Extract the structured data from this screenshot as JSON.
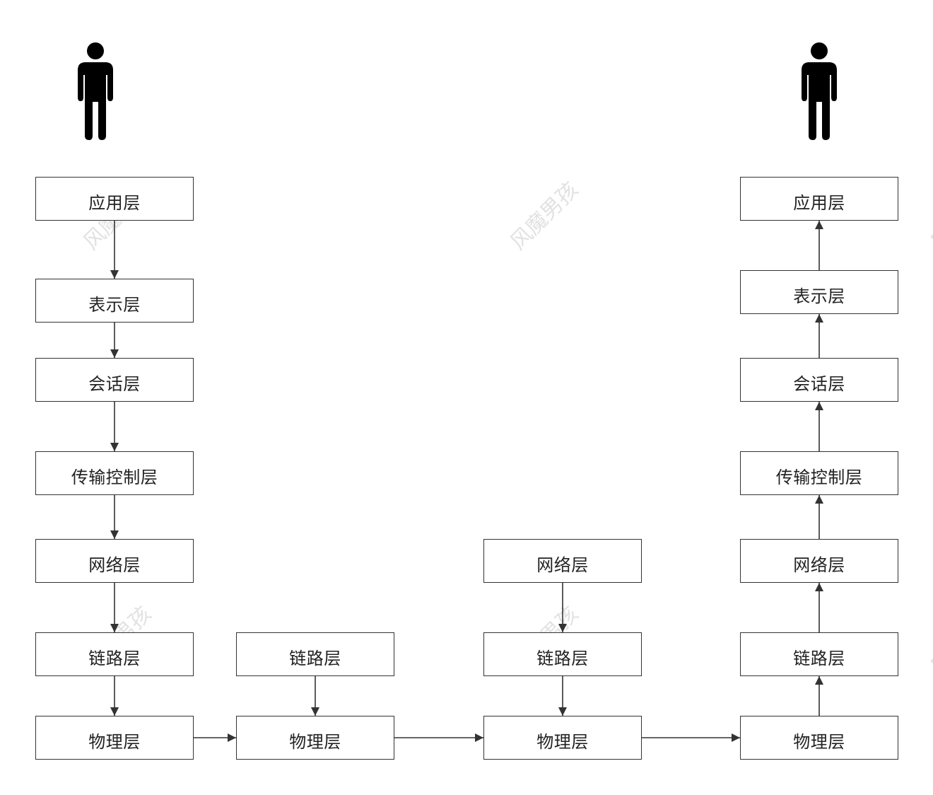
{
  "watermark": "风魔男孩",
  "colors": {
    "stroke": "#333333",
    "text": "#222222",
    "watermark": "#e2e2e2"
  },
  "icons": {
    "sender": "person-icon",
    "receiver": "person-icon"
  },
  "sender_stack": [
    "应用层",
    "表示层",
    "会话层",
    "传输控制层",
    "网络层",
    "链路层",
    "物理层"
  ],
  "switch_stack": [
    "链路层",
    "物理层"
  ],
  "router_stack": [
    "网络层",
    "链路层",
    "物理层"
  ],
  "receiver_stack": [
    "应用层",
    "表示层",
    "会话层",
    "传输控制层",
    "网络层",
    "链路层",
    "物理层"
  ]
}
